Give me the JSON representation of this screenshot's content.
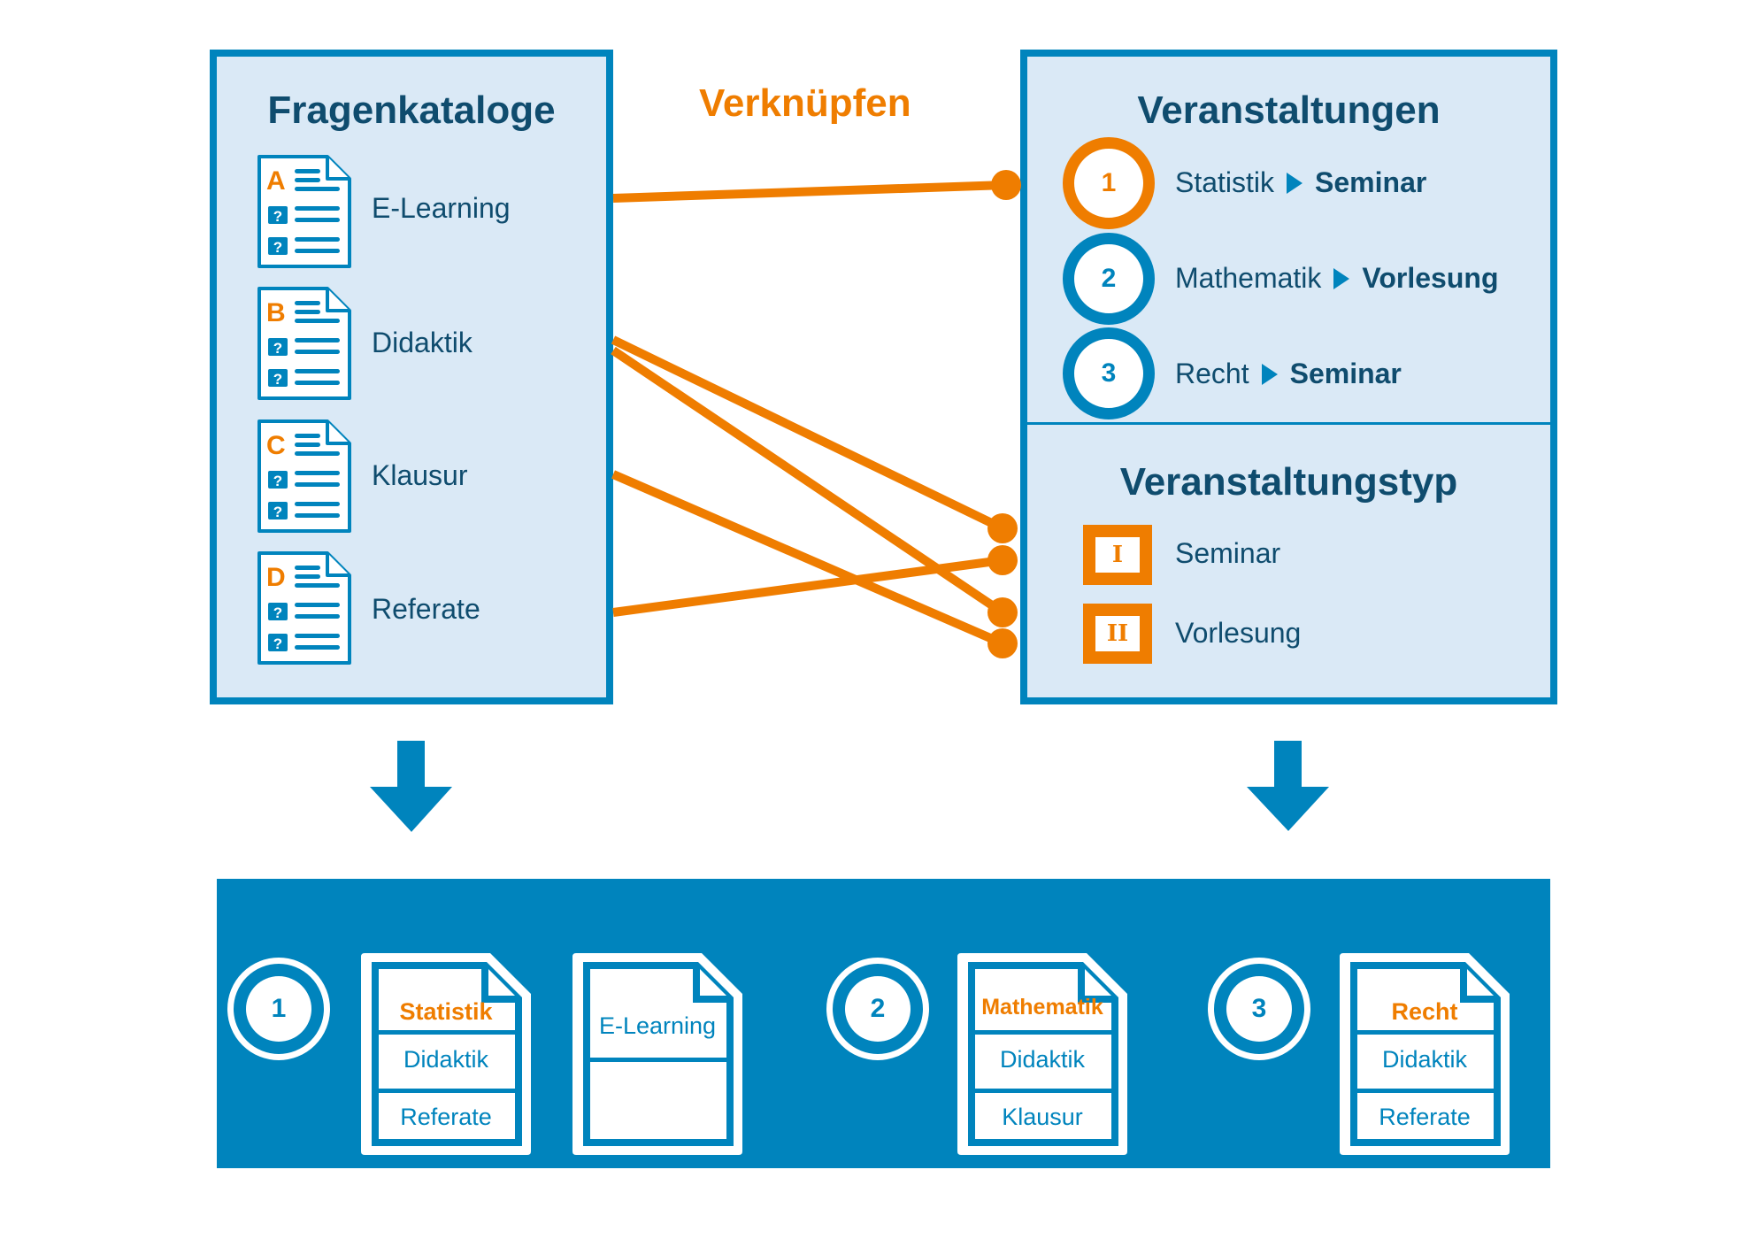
{
  "link_label": "Verknüpfen",
  "colors": {
    "primary_blue": "#0084BD",
    "panel_bg": "#DAE9F6",
    "navy_text": "#0F4C6E",
    "accent_orange": "#EF7D00"
  },
  "catalogs": {
    "title": "Fragenkataloge",
    "items": [
      {
        "letter": "A",
        "label": "E-Learning"
      },
      {
        "letter": "B",
        "label": "Didaktik"
      },
      {
        "letter": "C",
        "label": "Klausur"
      },
      {
        "letter": "D",
        "label": "Referate"
      }
    ]
  },
  "events": {
    "title": "Veranstaltungen",
    "items": [
      {
        "number": "1",
        "name": "Statistik",
        "type": "Seminar",
        "highlighted": true
      },
      {
        "number": "2",
        "name": "Mathematik",
        "type": "Vorlesung",
        "highlighted": false
      },
      {
        "number": "3",
        "name": "Recht",
        "type": "Seminar",
        "highlighted": false
      }
    ]
  },
  "event_types": {
    "title": "Veranstaltungstyp",
    "items": [
      {
        "numeral": "I",
        "label": "Seminar"
      },
      {
        "numeral": "II",
        "label": "Vorlesung"
      }
    ]
  },
  "links": [
    {
      "from": "E-Learning",
      "to": "Statistik"
    },
    {
      "from": "Didaktik",
      "to": "Seminar"
    },
    {
      "from": "Didaktik",
      "to": "Vorlesung"
    },
    {
      "from": "Klausur",
      "to": "Vorlesung"
    },
    {
      "from": "Referate",
      "to": "Seminar"
    }
  ],
  "results": [
    {
      "number": "1",
      "documents": [
        {
          "header": "Statistik",
          "rows": [
            "Didaktik",
            "Referate"
          ]
        },
        {
          "header": "",
          "rows": [
            "E-Learning"
          ]
        }
      ]
    },
    {
      "number": "2",
      "documents": [
        {
          "header": "Mathematik",
          "rows": [
            "Didaktik",
            "Klausur"
          ]
        }
      ]
    },
    {
      "number": "3",
      "documents": [
        {
          "header": "Recht",
          "rows": [
            "Didaktik",
            "Referate"
          ]
        }
      ]
    }
  ]
}
